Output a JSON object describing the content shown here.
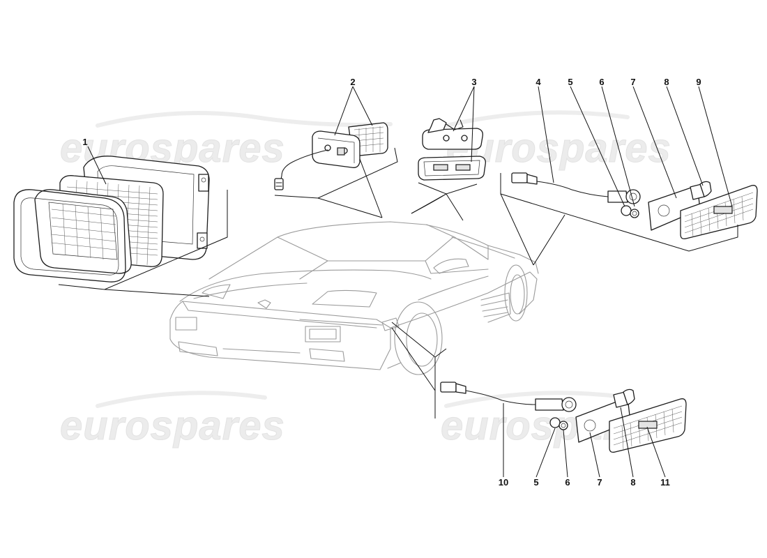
{
  "watermark": {
    "text": "eurospares",
    "color": "#e8e8e8"
  },
  "callouts": {
    "c1": "1",
    "c2": "2",
    "c3": "3",
    "c4": "4",
    "c5_top": "5",
    "c6_top": "6",
    "c7_top": "7",
    "c8_top": "8",
    "c9": "9",
    "c10": "10",
    "c5_bottom": "5",
    "c6_bottom": "6",
    "c7_bottom": "7",
    "c8_bottom": "8",
    "c11": "11"
  },
  "colors": {
    "line": "#1c1c1c",
    "car_outline": "#9a9a9a",
    "background": "#ffffff"
  }
}
